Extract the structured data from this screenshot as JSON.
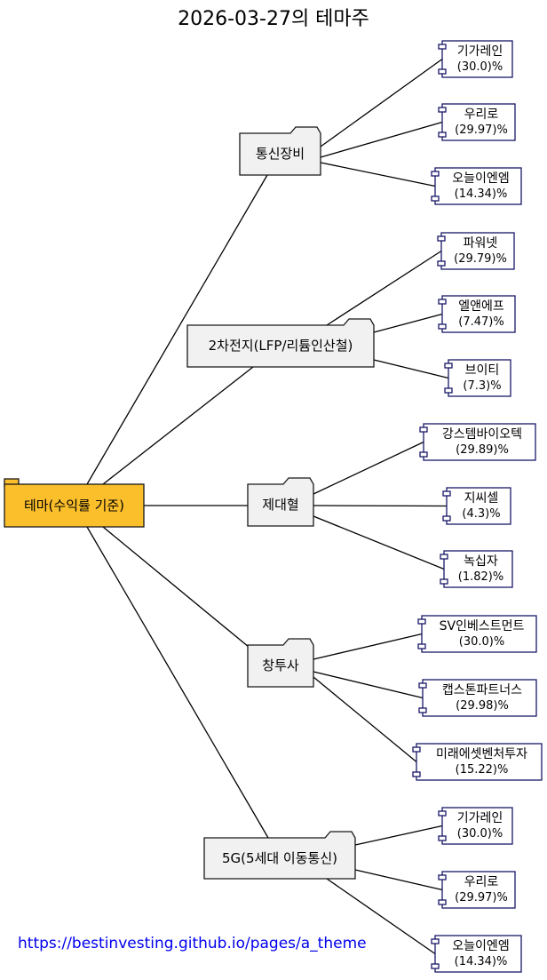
{
  "title": "2026-03-27의 테마주",
  "root": {
    "label": "테마(수익률 기준)",
    "color": "#FBBF2B"
  },
  "themes": [
    {
      "label": "통신장비",
      "stocks": [
        {
          "name": "기가레인",
          "pct": "(30.0)%"
        },
        {
          "name": "우리로",
          "pct": "(29.97)%"
        },
        {
          "name": "오늘이엔엠",
          "pct": "(14.34)%"
        }
      ]
    },
    {
      "label": "2차전지(LFP/리튬인산철)",
      "stocks": [
        {
          "name": "파워넷",
          "pct": "(29.79)%"
        },
        {
          "name": "엘앤에프",
          "pct": "(7.47)%"
        },
        {
          "name": "브이티",
          "pct": "(7.3)%"
        }
      ]
    },
    {
      "label": "제대혈",
      "stocks": [
        {
          "name": "강스템바이오텍",
          "pct": "(29.89)%"
        },
        {
          "name": "지씨셀",
          "pct": "(4.3)%"
        },
        {
          "name": "녹십자",
          "pct": "(1.82)%"
        }
      ]
    },
    {
      "label": "창투사",
      "stocks": [
        {
          "name": "SV인베스트먼트",
          "pct": "(30.0)%"
        },
        {
          "name": "캡스톤파트너스",
          "pct": "(29.98)%"
        },
        {
          "name": "미래에셋벤처투자",
          "pct": "(15.22)%"
        }
      ]
    },
    {
      "label": "5G(5세대 이동통신)",
      "stocks": [
        {
          "name": "기가레인",
          "pct": "(30.0)%"
        },
        {
          "name": "우리로",
          "pct": "(29.97)%"
        },
        {
          "name": "오늘이엔엠",
          "pct": "(14.34)%"
        }
      ]
    }
  ],
  "footer": {
    "link_text": "https://bestinvesting.github.io/pages/a_theme"
  },
  "colors": {
    "theme_folder": "#F1F1F1",
    "stock_border": "#181868",
    "link": "#0000EE"
  }
}
